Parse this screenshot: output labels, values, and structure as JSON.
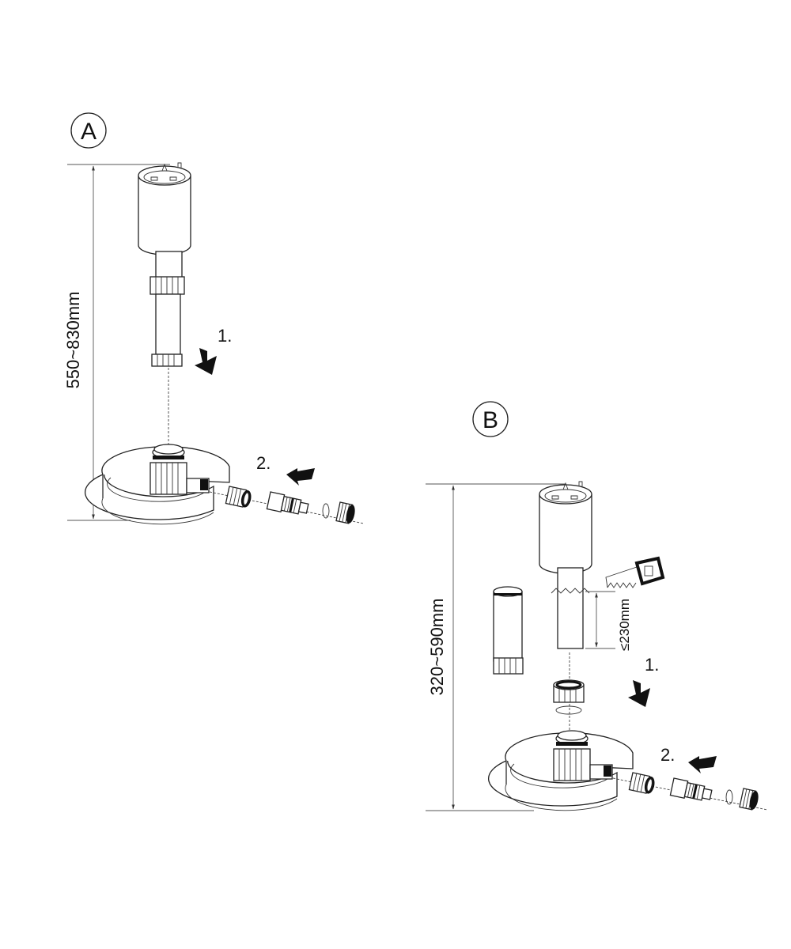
{
  "panel_a": {
    "label": "A",
    "height_range": "550~830mm",
    "step_1": "1.",
    "step_2": "2."
  },
  "panel_b": {
    "label": "B",
    "height_range": "320~590mm",
    "cut_length": "≤230mm",
    "step_1": "1.",
    "step_2": "2."
  }
}
